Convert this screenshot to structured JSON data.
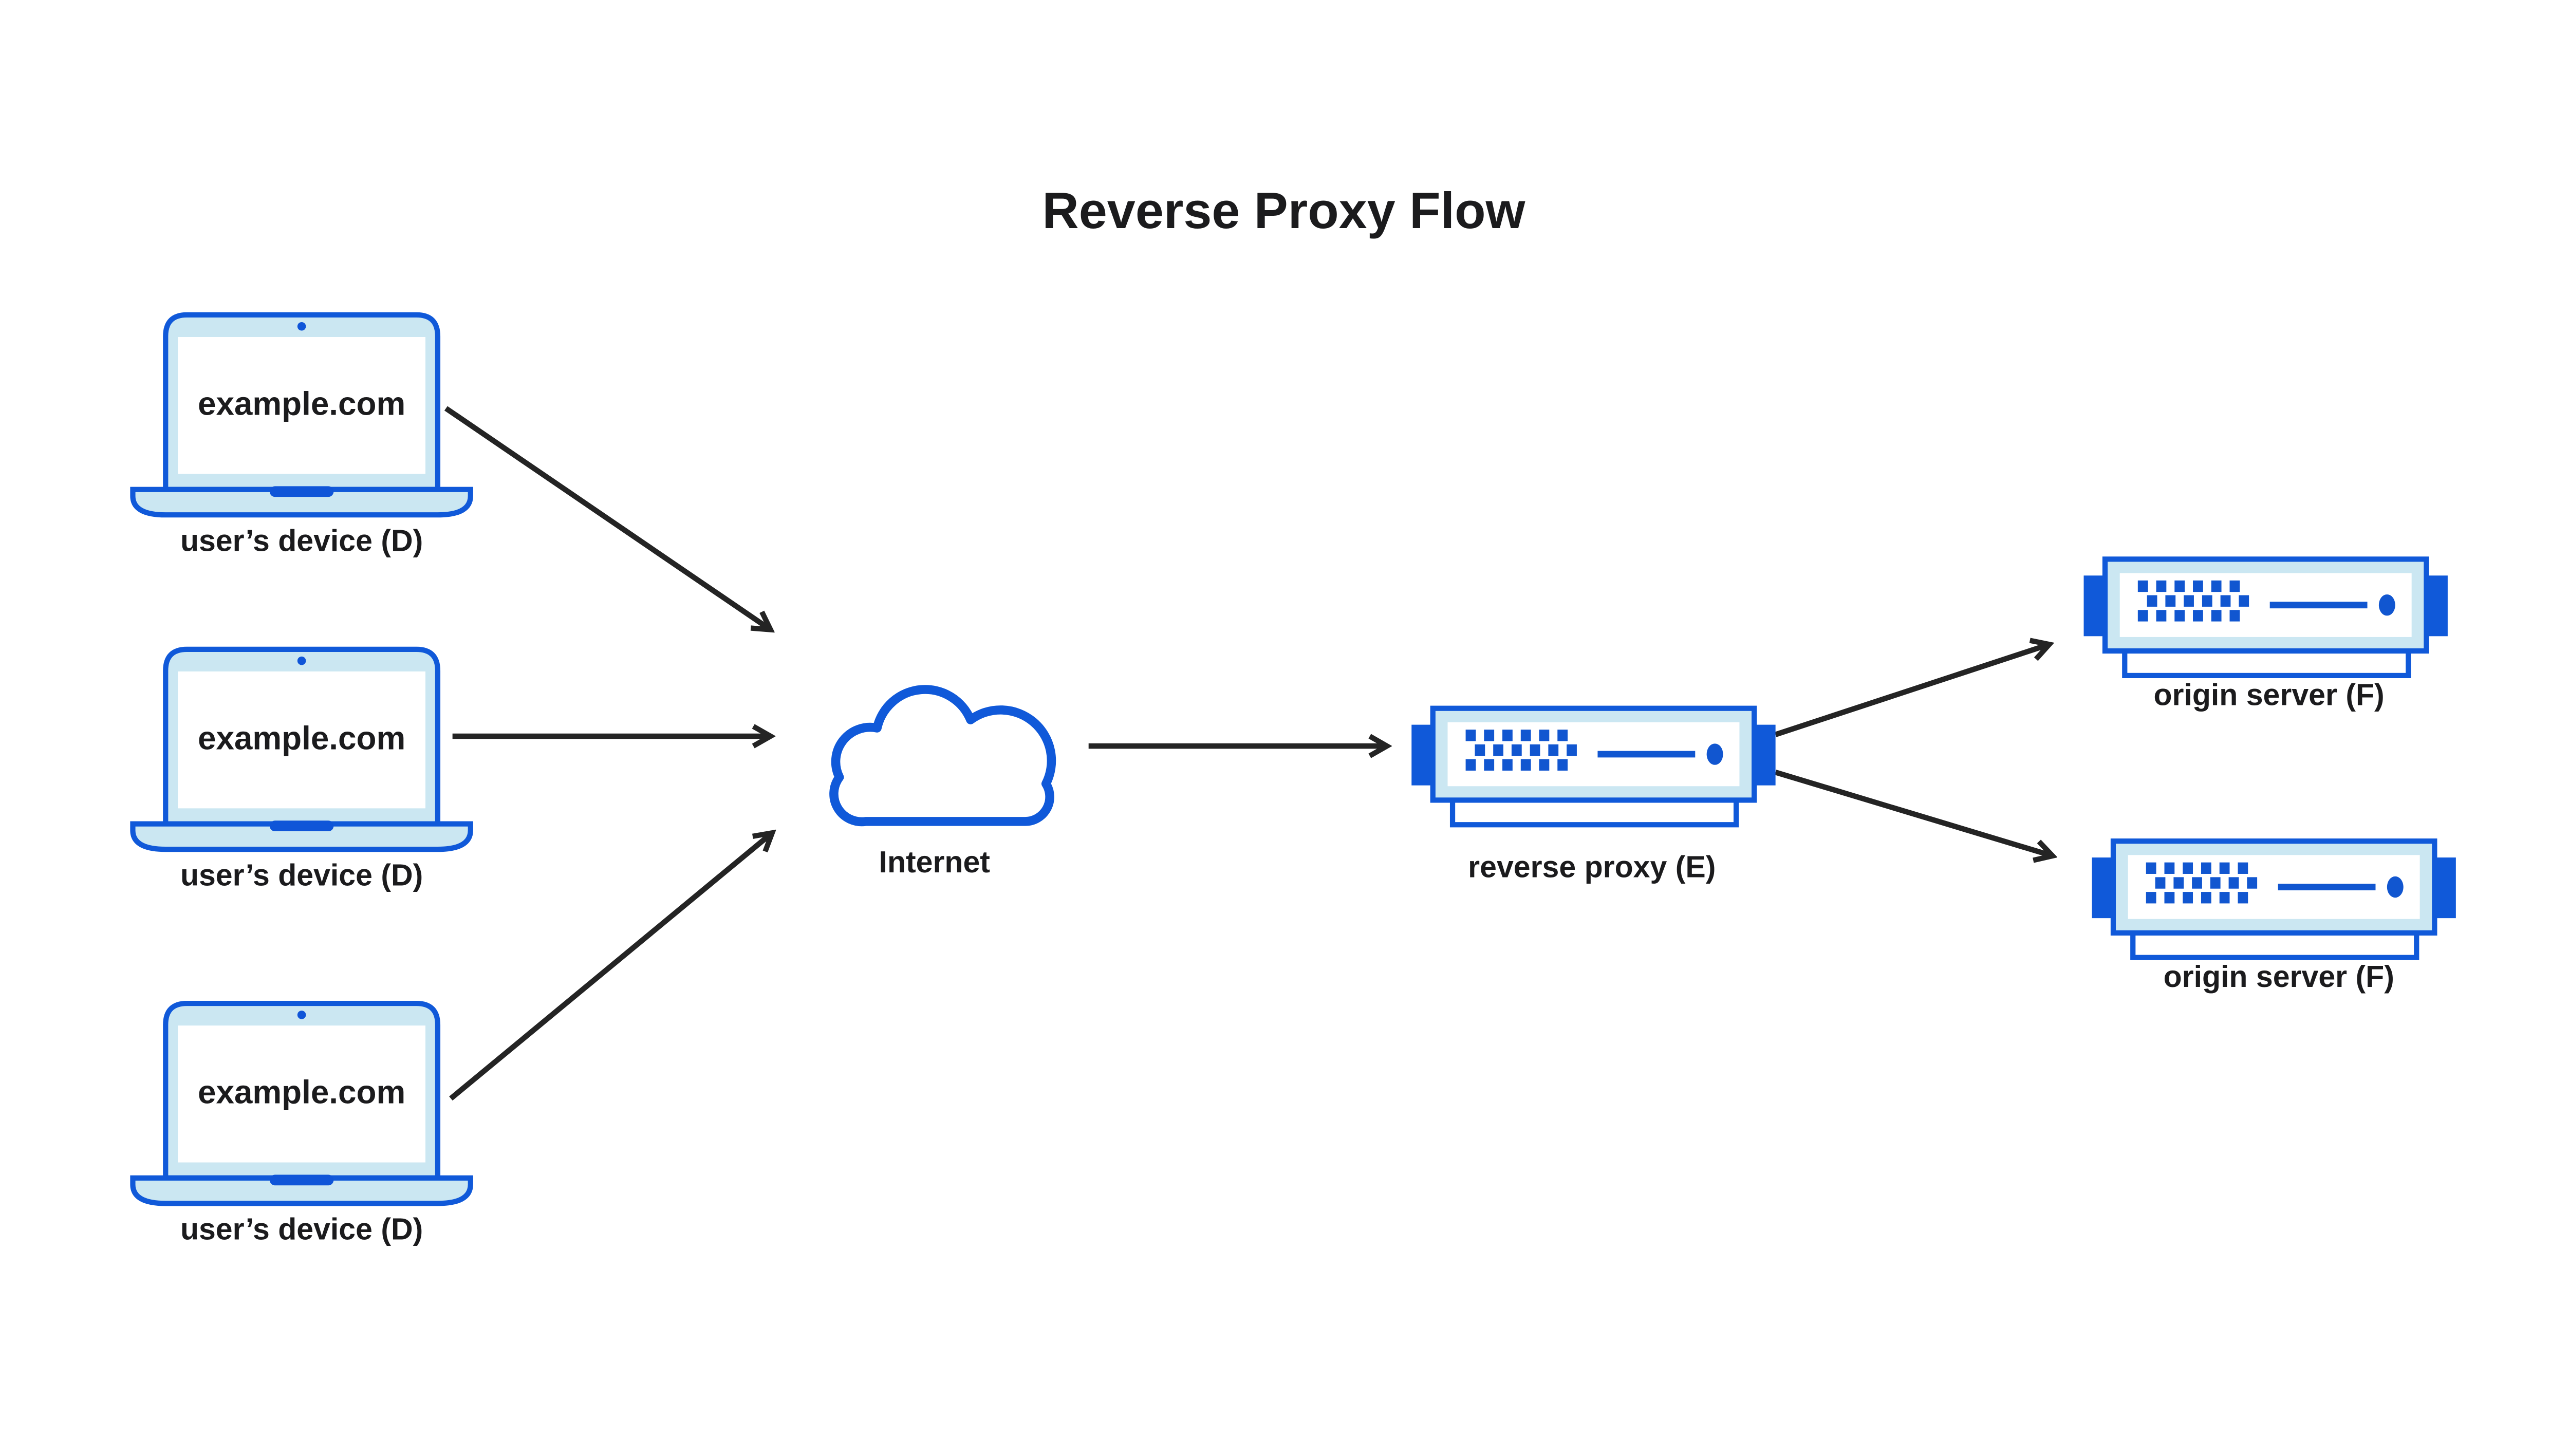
{
  "title": "Reverse Proxy Flow",
  "palette": {
    "blue": "#1059d9",
    "light_blue": "#cbe7f2",
    "ink": "#1b1b1d",
    "arrow": "#242424",
    "background": "#ffffff"
  },
  "nodes": {
    "devices": [
      {
        "id": "user-device-1",
        "screen_text": "example.com",
        "label": "user’s device (D)"
      },
      {
        "id": "user-device-2",
        "screen_text": "example.com",
        "label": "user’s device (D)"
      },
      {
        "id": "user-device-3",
        "screen_text": "example.com",
        "label": "user’s device (D)"
      }
    ],
    "internet": {
      "id": "internet",
      "label": "Internet"
    },
    "reverse_proxy": {
      "id": "reverse-proxy",
      "label": "reverse proxy (E)"
    },
    "origins": [
      {
        "id": "origin-server-1",
        "label": "origin server (F)"
      },
      {
        "id": "origin-server-2",
        "label": "origin server (F)"
      }
    ]
  },
  "edges": [
    {
      "from": "user-device-1",
      "to": "internet"
    },
    {
      "from": "user-device-2",
      "to": "internet"
    },
    {
      "from": "user-device-3",
      "to": "internet"
    },
    {
      "from": "internet",
      "to": "reverse-proxy"
    },
    {
      "from": "reverse-proxy",
      "to": "origin-server-1"
    },
    {
      "from": "reverse-proxy",
      "to": "origin-server-2"
    }
  ]
}
